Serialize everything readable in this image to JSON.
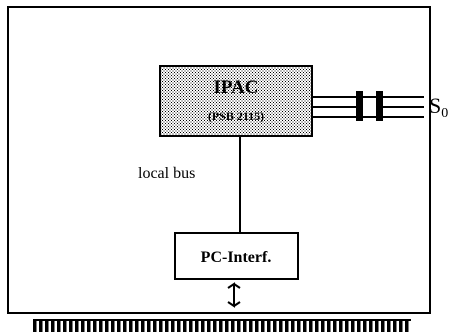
{
  "diagram": {
    "chip": {
      "name": "IPAC",
      "part": "(PSB 2115)"
    },
    "bus_label": "local bus",
    "interface_label": "PC-Interf.",
    "connector_label_main": "S",
    "connector_label_sub": "0"
  },
  "colors": {
    "line": "#000000",
    "background": "#ffffff",
    "chip_fill": "stipple-gray"
  }
}
